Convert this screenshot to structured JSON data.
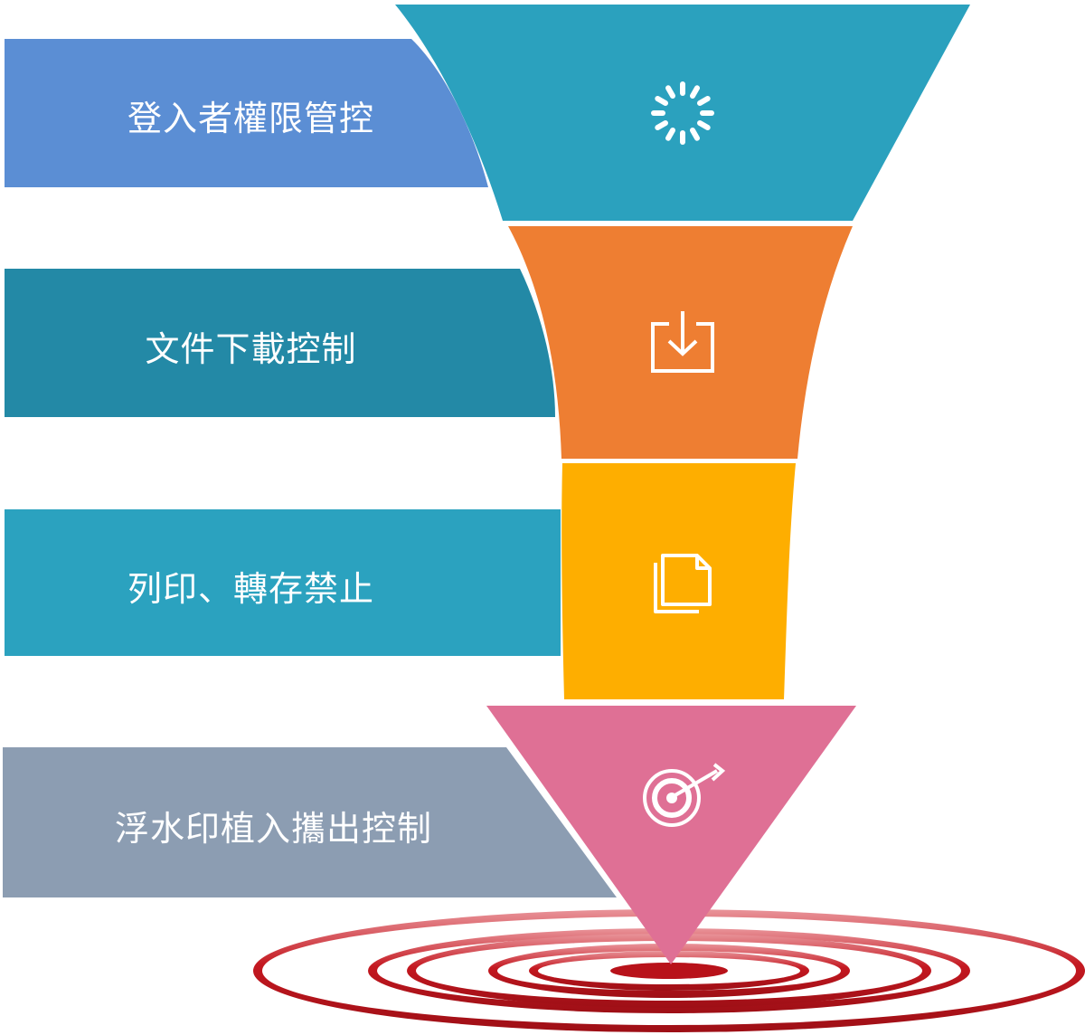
{
  "colors": {
    "stage1_label_bg": "#5B8ED4",
    "stage1_funnel": "#2BA1BE",
    "stage2_label_bg": "#2389A6",
    "stage2_funnel": "#EE7E32",
    "stage3_label_bg": "#2BA2BF",
    "stage3_funnel": "#FEAE00",
    "stage4_label_bg": "#8C9DB2",
    "stage4_funnel": "#DF7095",
    "target_ring": "#C41820",
    "icon_stroke": "#ffffff"
  },
  "stages": [
    {
      "label": "登入者權限管控",
      "icon": "loading-spinner-icon"
    },
    {
      "label": "文件下載控制",
      "icon": "download-icon"
    },
    {
      "label": "列印、轉存禁止",
      "icon": "documents-icon"
    },
    {
      "label": "浮水印植入攜出控制",
      "icon": "target-arrow-icon"
    }
  ]
}
